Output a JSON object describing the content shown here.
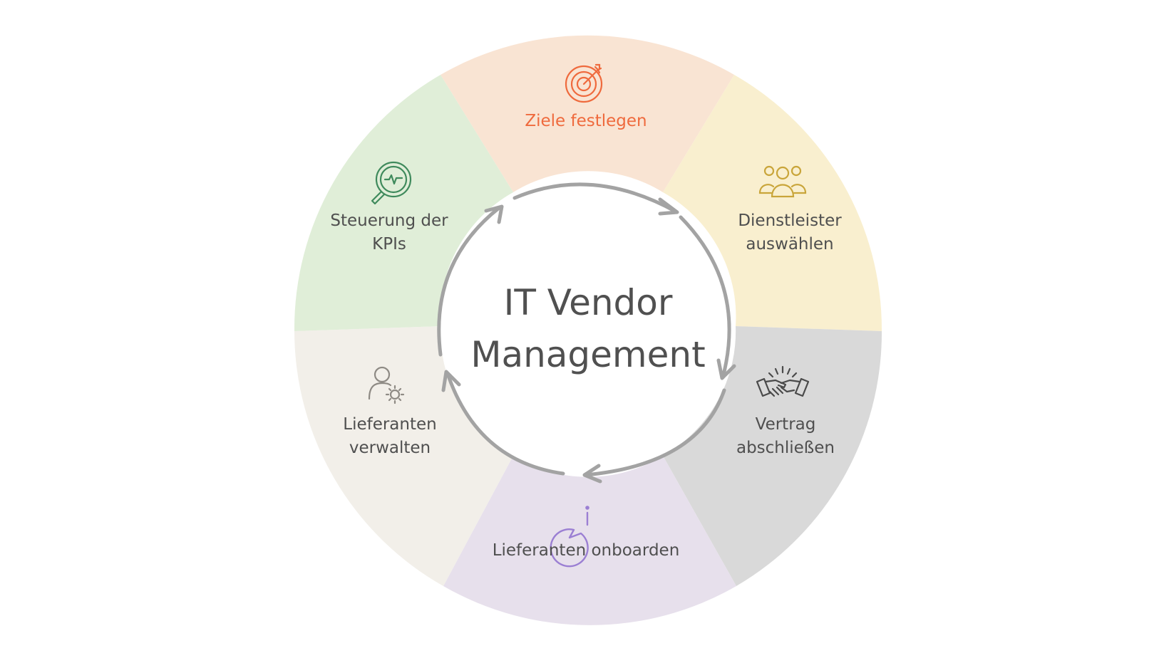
{
  "center": {
    "title_line1": "IT Vendor",
    "title_line2": "Management"
  },
  "segments": [
    {
      "line1": "Ziele festlegen",
      "line2": "",
      "icon": "target-icon",
      "fill": "#f9e4d3",
      "text_color": "#ef6a3d",
      "icon_color": "#ef6a3d"
    },
    {
      "line1": "Dienstleister",
      "line2": "auswählen",
      "icon": "people-group-icon",
      "fill": "#f9efcf",
      "text_color": "#4f4f4f",
      "icon_color": "#c9a53a"
    },
    {
      "line1": "Vertrag",
      "line2": "abschließen",
      "icon": "handshake-icon",
      "fill": "#d9d9d9",
      "text_color": "#4f4f4f",
      "icon_color": "#4a4a4a"
    },
    {
      "line1": "Lieferanten onboarden",
      "line2": "",
      "icon": "info-chat-icon",
      "fill": "#e7e0ec",
      "text_color": "#4f4f4f",
      "icon_color": "#9b7fd3"
    },
    {
      "line1": "Lieferanten",
      "line2": "verwalten",
      "icon": "user-gear-icon",
      "fill": "#f2efe9",
      "text_color": "#4f4f4f",
      "icon_color": "#8e8a84"
    },
    {
      "line1": "Steuerung der",
      "line2": "KPIs",
      "icon": "magnifier-pulse-icon",
      "fill": "#e0eed8",
      "text_color": "#4f4f4f",
      "icon_color": "#3f8a5c"
    }
  ],
  "arrow_color": "#a3a3a3"
}
